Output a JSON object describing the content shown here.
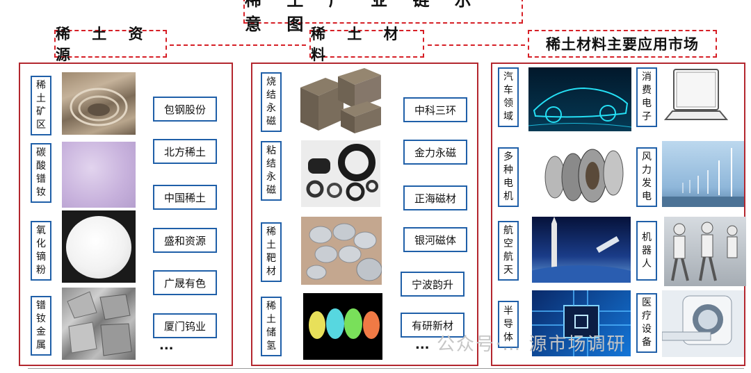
{
  "title": "稀 土 产 业 链 示 意 图",
  "headers": {
    "resources": "稀 土 资 源",
    "materials": "稀 土 材 料",
    "markets": "稀土材料主要应用市场"
  },
  "resources": {
    "labels": [
      "稀土矿区",
      "碳酸镨钕",
      "氧化镝粉",
      "镨钕金属"
    ],
    "companies": [
      "包钢股份",
      "北方稀土",
      "中国稀土",
      "盛和资源",
      "广晟有色",
      "厦门钨业"
    ],
    "more": "..."
  },
  "materials": {
    "labels": [
      "烧结永磁",
      "粘结永磁",
      "稀土靶材",
      "稀土储氢"
    ],
    "companies": [
      "中科三环",
      "金力永磁",
      "正海磁材",
      "银河磁体",
      "宁波韵升",
      "有研新材"
    ],
    "more": "..."
  },
  "markets": {
    "left": [
      "汽车领域",
      "多种电机",
      "航空航天",
      "半导体"
    ],
    "right": [
      "消费电子",
      "风力发电",
      "机器人",
      "医疗设备"
    ]
  },
  "watermark": "公众号·… 源市场调研",
  "colors": {
    "red": "#d61f26",
    "blue": "#1f5fa8",
    "panel": "#b3262e"
  }
}
